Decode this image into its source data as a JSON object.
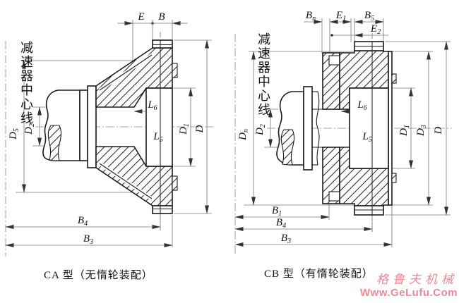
{
  "left": {
    "axis_label": "减速器中心线",
    "caption": "CA 型（无惰轮装配）",
    "dims": {
      "E": {
        "main": "E",
        "sub": ""
      },
      "B": {
        "main": "B",
        "sub": ""
      },
      "D5": {
        "main": "D",
        "sub": "5"
      },
      "D2": {
        "main": "D",
        "sub": "2"
      },
      "L6": {
        "main": "L",
        "sub": "6"
      },
      "L5": {
        "main": "L",
        "sub": "5"
      },
      "D1": {
        "main": "D",
        "sub": "1"
      },
      "D": {
        "main": "D",
        "sub": ""
      },
      "B4": {
        "main": "B",
        "sub": "4"
      },
      "B3": {
        "main": "B",
        "sub": "3"
      }
    }
  },
  "right": {
    "axis_label": "减速器中心线",
    "caption": "CB 型（有惰轮装配）",
    "dims": {
      "Bn": {
        "main": "B",
        "sub": "n"
      },
      "E1": {
        "main": "E",
        "sub": "1"
      },
      "B5": {
        "main": "B",
        "sub": "5"
      },
      "E2": {
        "main": "E",
        "sub": "2"
      },
      "Dn": {
        "main": "D",
        "sub": "n"
      },
      "D2": {
        "main": "D",
        "sub": "2"
      },
      "L6": {
        "main": "L",
        "sub": "6"
      },
      "L5": {
        "main": "L",
        "sub": "5"
      },
      "D1": {
        "main": "D",
        "sub": "1"
      },
      "D3": {
        "main": "D",
        "sub": "3"
      },
      "D": {
        "main": "D",
        "sub": ""
      },
      "B1": {
        "main": "B",
        "sub": "1"
      },
      "B4": {
        "main": "B",
        "sub": "4"
      },
      "B3": {
        "main": "B",
        "sub": "3"
      }
    }
  },
  "watermark": {
    "line1": "格鲁夫机械",
    "line2": "Www.GeLufu.Com"
  },
  "colors": {
    "watermark": "#ee8a93",
    "line": "#1b1b1b",
    "dim_line": "#777777"
  }
}
